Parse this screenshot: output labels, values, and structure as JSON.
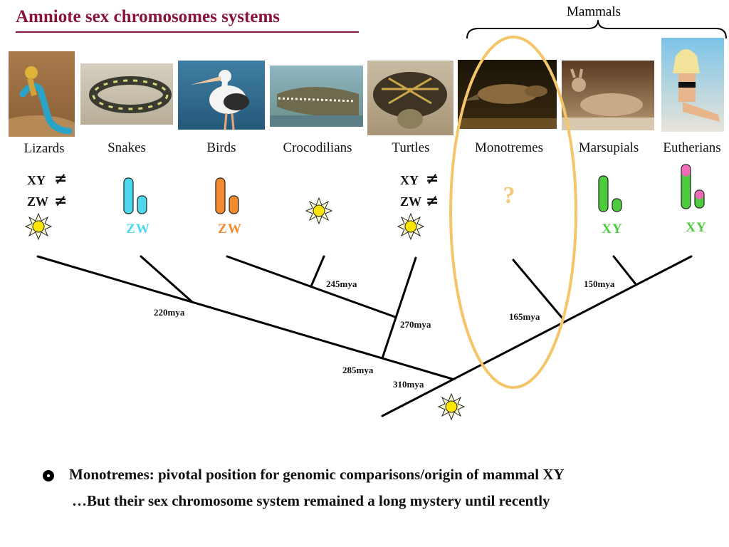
{
  "title": "Amniote sex chromosomes systems",
  "mammals_label": "Mammals",
  "taxa": [
    {
      "name": "Lizards"
    },
    {
      "name": "Snakes"
    },
    {
      "name": "Birds"
    },
    {
      "name": "Crocodilians"
    },
    {
      "name": "Turtles"
    },
    {
      "name": "Monotremes"
    },
    {
      "name": "Marsupials"
    },
    {
      "name": "Eutherians"
    }
  ],
  "systems": {
    "lizards": {
      "xy": "XY",
      "zw": "ZW",
      "neq": "≠"
    },
    "snakes": {
      "label": "ZW",
      "color": "#4dd8ec"
    },
    "birds": {
      "label": "ZW",
      "color": "#f28a2e"
    },
    "turtles": {
      "xy": "XY",
      "zw": "ZW",
      "neq": "≠"
    },
    "monotremes": {
      "label": "?",
      "color": "#f2c97a"
    },
    "marsupials": {
      "label": "XY",
      "color": "#4ccc3c"
    },
    "eutherians": {
      "label": "XY",
      "color": "#4ccc3c"
    }
  },
  "divergence_times": [
    "220mya",
    "245mya",
    "270mya",
    "285mya",
    "310mya",
    "165mya",
    "150mya"
  ],
  "colors": {
    "title": "#8a1538",
    "highlight_ellipse": "#f5c56a",
    "chromosome_pink": "#f06ab8",
    "sun": "#ffe600"
  },
  "bullets": [
    "Monotremes: pivotal position for genomic comparisons/origin of mammal XY",
    "…But their sex chromosome system remained a long mystery until recently"
  ]
}
